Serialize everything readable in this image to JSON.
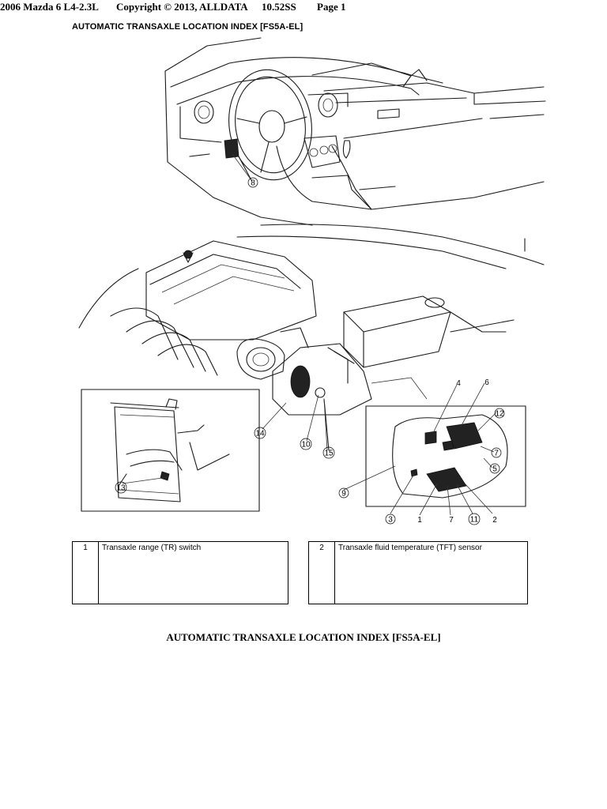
{
  "header": {
    "vehicle": "2006 Mazda 6 L4-2.3L",
    "copyright": "Copyright © 2013, ALLDATA",
    "version": "10.52SS",
    "page": "Page 1"
  },
  "diagram_title": "AUTOMATIC TRANSAXLE LOCATION INDEX [FS5A-EL]",
  "callouts": [
    "1",
    "2",
    "3",
    "4",
    "5",
    "6",
    "7",
    "8",
    "9",
    "10",
    "11",
    "12",
    "13",
    "14",
    "15"
  ],
  "legend": [
    {
      "number": "1",
      "description": "Transaxle range (TR) switch"
    },
    {
      "number": "2",
      "description": "Transaxle fluid temperature (TFT) sensor"
    }
  ],
  "footer_title": "AUTOMATIC TRANSAXLE LOCATION INDEX [FS5A-EL]"
}
